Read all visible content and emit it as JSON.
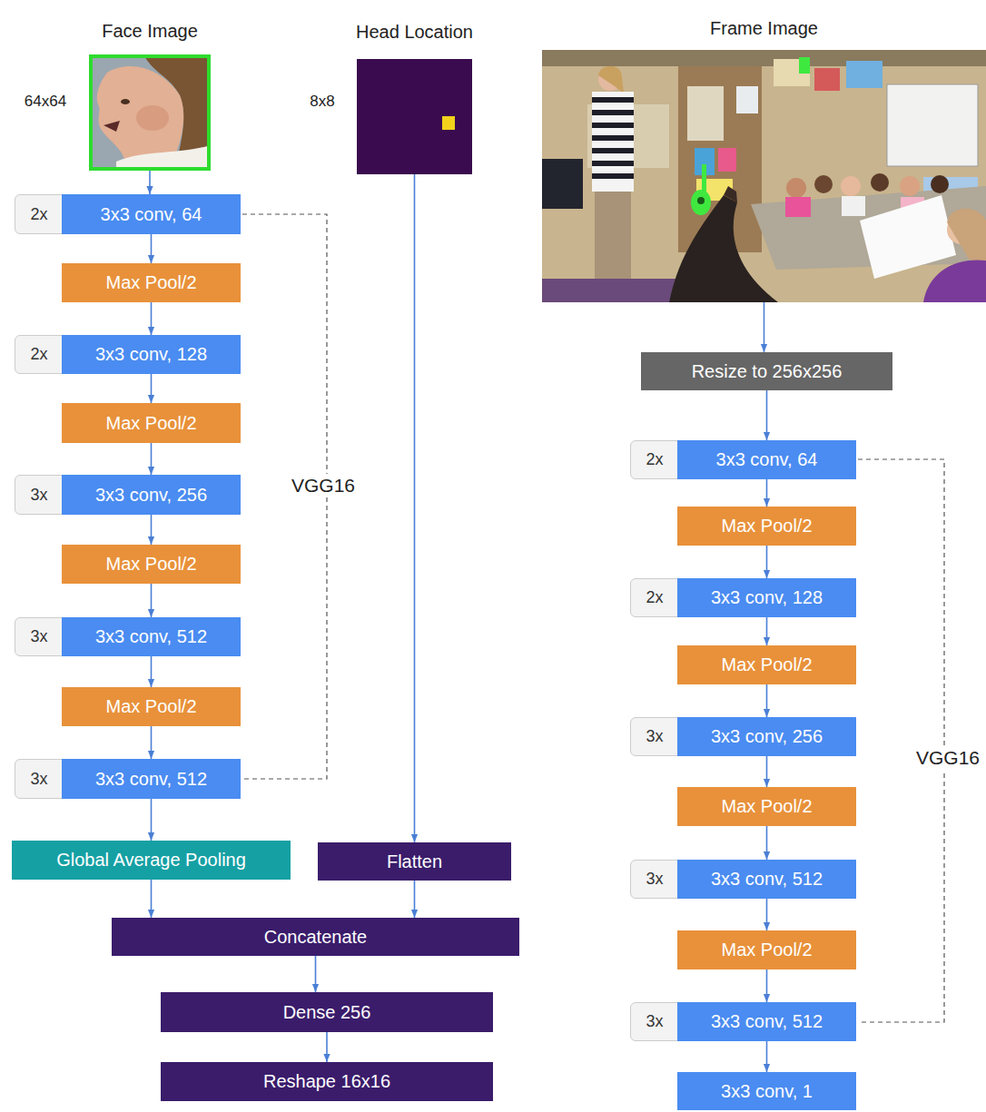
{
  "diagram": {
    "nodes": [
      {
        "text": [
          "Face Image"
        ]
      },
      {
        "text": [
          "2x",
          "3x3 conv, 64"
        ]
      },
      {
        "text": [
          "Max Pool/2"
        ]
      },
      {
        "text": [
          "2x",
          "3x3 conv, 128"
        ]
      },
      {
        "text": [
          "Max Pool/2"
        ]
      },
      {
        "text": [
          "3x",
          "3x3 conv, 256"
        ]
      },
      {
        "text": [
          "Max Pool/2"
        ]
      },
      {
        "text": [
          "3x",
          "3x3 conv, 512"
        ]
      },
      {
        "text": [
          "Max Pool/2"
        ]
      },
      {
        "text": [
          "3x",
          "3x3 conv, 512"
        ]
      },
      {
        "text": [
          "Global Average Pooling"
        ]
      },
      {
        "text": [
          "Head Location"
        ]
      },
      {
        "text": [
          "Flatten"
        ]
      },
      {
        "text": [
          "Concatenate"
        ]
      },
      {
        "text": [
          "Dense 256"
        ]
      },
      {
        "text": [
          "Reshape 16x16"
        ]
      },
      {
        "text": [
          "Frame Image"
        ]
      },
      {
        "text": [
          "Resize to 256x256"
        ]
      },
      {
        "text": [
          "2x",
          "3x3 conv, 64"
        ]
      },
      {
        "text": [
          "Max Pool/2"
        ]
      },
      {
        "text": [
          "2x",
          "3x3 conv, 128"
        ]
      },
      {
        "text": [
          "Max Pool/2"
        ]
      },
      {
        "text": [
          "3x",
          "3x3 conv, 256"
        ]
      },
      {
        "text": [
          "Max Pool/2"
        ]
      },
      {
        "text": [
          "3x",
          "3x3 conv, 512"
        ]
      },
      {
        "text": [
          "Max Pool/2"
        ]
      },
      {
        "text": [
          "3x",
          "3x3 conv, 512"
        ]
      },
      {
        "text": [
          "3x3 conv, 1"
        ]
      }
    ],
    "edges": [
      {
        "from": 0,
        "to": 1,
        "arrow": "to"
      },
      {
        "from": 1,
        "to": 2,
        "arrow": "to"
      },
      {
        "from": 2,
        "to": 3,
        "arrow": "to"
      },
      {
        "from": 3,
        "to": 4,
        "arrow": "to"
      },
      {
        "from": 4,
        "to": 5,
        "arrow": "to"
      },
      {
        "from": 5,
        "to": 6,
        "arrow": "to"
      },
      {
        "from": 6,
        "to": 7,
        "arrow": "to"
      },
      {
        "from": 7,
        "to": 8,
        "arrow": "to"
      },
      {
        "from": 8,
        "to": 9,
        "arrow": "to"
      },
      {
        "from": 9,
        "to": 10,
        "arrow": "to"
      },
      {
        "from": 10,
        "to": 13,
        "arrow": "to"
      },
      {
        "from": 11,
        "to": 12,
        "arrow": "to"
      },
      {
        "from": 12,
        "to": 13,
        "arrow": "to"
      },
      {
        "from": 13,
        "to": 14,
        "arrow": "to"
      },
      {
        "from": 14,
        "to": 15,
        "arrow": "to"
      },
      {
        "from": 16,
        "to": 17,
        "arrow": "to"
      },
      {
        "from": 17,
        "to": 18,
        "arrow": "to"
      },
      {
        "from": 18,
        "to": 19,
        "arrow": "to"
      },
      {
        "from": 19,
        "to": 20,
        "arrow": "to"
      },
      {
        "from": 20,
        "to": 21,
        "arrow": "to"
      },
      {
        "from": 21,
        "to": 22,
        "arrow": "to"
      },
      {
        "from": 22,
        "to": 23,
        "arrow": "to"
      },
      {
        "from": 23,
        "to": 24,
        "arrow": "to"
      },
      {
        "from": 24,
        "to": 25,
        "arrow": "to"
      },
      {
        "from": 25,
        "to": 26,
        "arrow": "to"
      },
      {
        "from": 26,
        "to": 27,
        "arrow": "to"
      }
    ],
    "labels": [
      "64x64",
      "8x8",
      "VGG16",
      "VGG16"
    ]
  }
}
